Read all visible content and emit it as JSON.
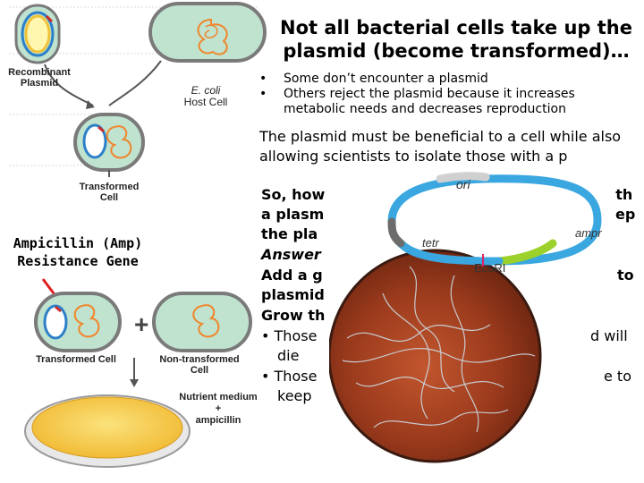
{
  "title": "Not all bacterial cells take up the plasmid (become transformed)…",
  "bullets": [
    "Some don’t encounter a plasmid",
    "Others reject the plasmid because it increases metabolic needs and decreases reproduction"
  ],
  "body": {
    "p1": "The plasmid must be beneficial to a cell while also allowing scientists to isolate those with a p",
    "q_a": "So, how",
    "q_b": "with",
    "q_c": "a plasm",
    "q_d": "ep",
    "q_e": "the pla",
    "ans": "Answer",
    "add_a": "Add a g",
    "add_b": "to",
    "plasmid": "plasmid",
    "grow": "Grow th",
    "b1_a": "Those",
    "b1_b": "d will",
    "b1_c": "die",
    "b2_a": "Those",
    "b2_b": "e to",
    "b2_c": "keep"
  },
  "diagram": {
    "recombinant_plasmid": "Recombinant Plasmid",
    "ecoli_host": "E. coli",
    "host_cell": "Host Cell",
    "transformed_cell": "Transformed Cell",
    "non_transformed_cell": "Non-transformed Cell",
    "nutrient_medium": "Nutrient medium",
    "plus": "+",
    "ampicillin": "ampicillin",
    "amp_gene_label": "Ampicillin (Amp) Resistance Gene"
  },
  "plasmid_map": {
    "ori": "ori",
    "ampr": "ampr",
    "tetr": "tetr",
    "ecori": "EcoRI"
  },
  "colors": {
    "cell_fill": "#bfe3cf",
    "cell_stroke": "#7a7a7a",
    "dna_orange": "#f0862c",
    "plasmid_blue": "#3aa7e0",
    "plate_yellow": "#f5c542",
    "arrow_red": "#e02020"
  }
}
